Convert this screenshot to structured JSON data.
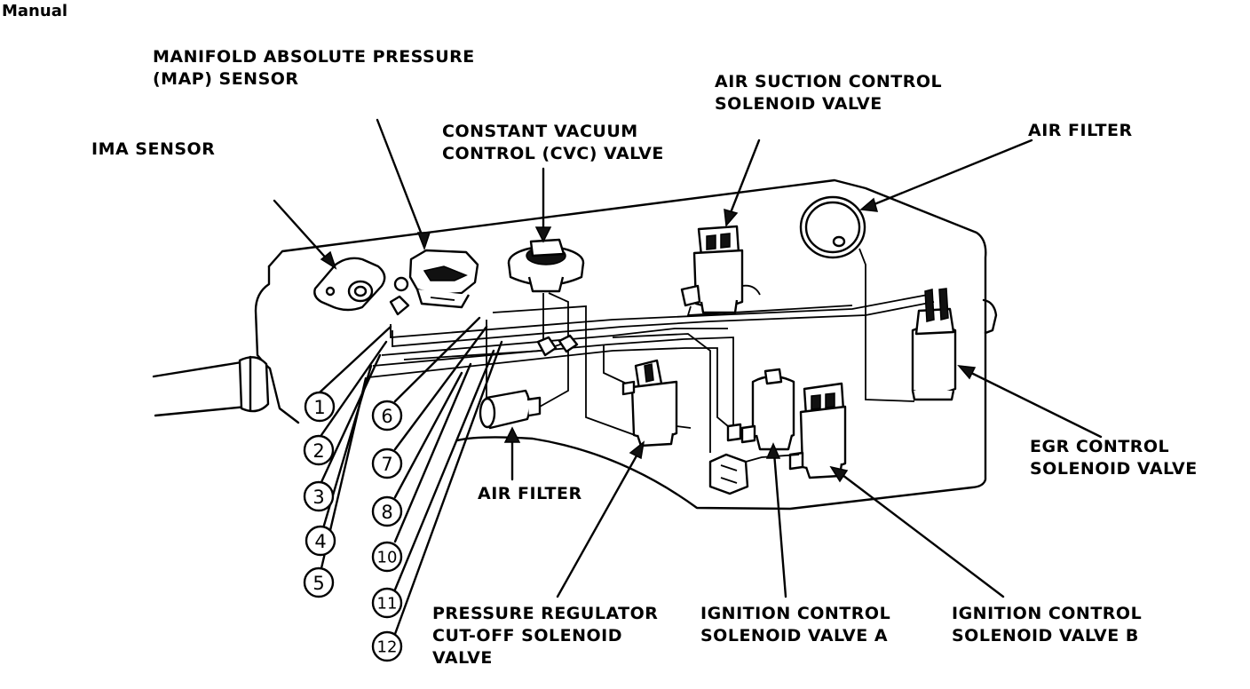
{
  "header": {
    "title": "Manual"
  },
  "labels": {
    "map_sensor_1": "MANIFOLD ABSOLUTE PRESSURE",
    "map_sensor_2": "(MAP) SENSOR",
    "ima_sensor": "IMA SENSOR",
    "cvc_valve_1": "CONSTANT VACUUM",
    "cvc_valve_2": "CONTROL (CVC) VALVE",
    "air_suction_1": "AIR SUCTION CONTROL",
    "air_suction_2": "SOLENOID VALVE",
    "air_filter_top": "AIR FILTER",
    "egr_1": "EGR CONTROL",
    "egr_2": "SOLENOID VALVE",
    "air_filter_bottom": "AIR FILTER",
    "pressure_reg_1": "PRESSURE REGULATOR",
    "pressure_reg_2": "CUT-OFF SOLENOID",
    "pressure_reg_3": "VALVE",
    "ign_a_1": "IGNITION CONTROL",
    "ign_a_2": "SOLENOID VALVE A",
    "ign_b_1": "IGNITION CONTROL",
    "ign_b_2": "SOLENOID VALVE B"
  },
  "callouts": [
    "1",
    "2",
    "3",
    "4",
    "5",
    "6",
    "7",
    "8",
    "10",
    "11",
    "12"
  ]
}
